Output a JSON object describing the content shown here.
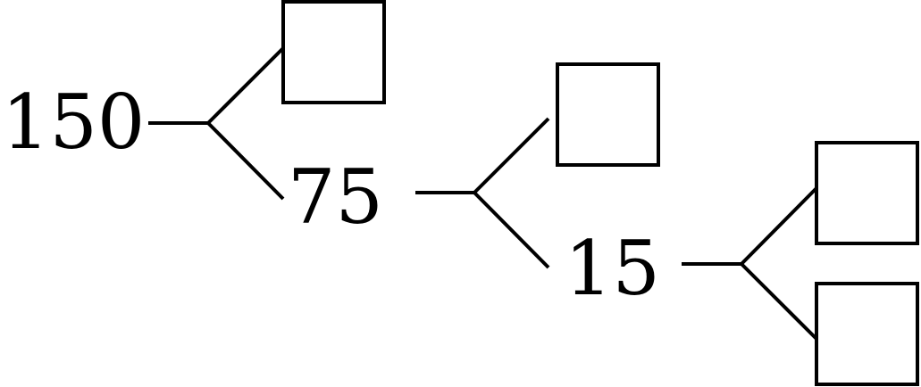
{
  "factor_tree": {
    "root": "150",
    "nodes": [
      {
        "id": "n150",
        "label": "150"
      },
      {
        "id": "n75",
        "label": "75"
      },
      {
        "id": "n15",
        "label": "15"
      }
    ],
    "blank_boxes": [
      {
        "id": "box-1",
        "parent": "150"
      },
      {
        "id": "box-2",
        "parent": "75"
      },
      {
        "id": "box-3",
        "parent": "15"
      },
      {
        "id": "box-4",
        "parent": "15"
      }
    ],
    "edges": [
      {
        "from": "150",
        "to": "box-1"
      },
      {
        "from": "150",
        "to": "75"
      },
      {
        "from": "75",
        "to": "box-2"
      },
      {
        "from": "75",
        "to": "15"
      },
      {
        "from": "15",
        "to": "box-3"
      },
      {
        "from": "15",
        "to": "box-4"
      }
    ]
  },
  "colors": {
    "stroke": "#000000",
    "background": "#ffffff"
  }
}
